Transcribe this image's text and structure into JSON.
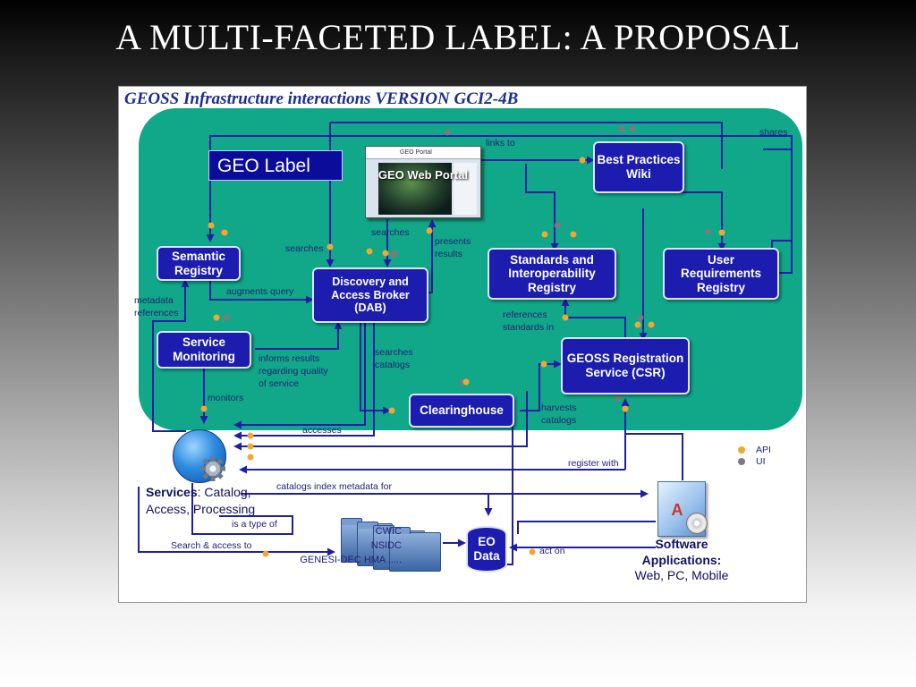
{
  "slide": {
    "title": "A MULTI-FACETED LABEL: A PROPOSAL"
  },
  "figure": {
    "title": "GEOSS Infrastructure interactions  VERSION GCI2-4B",
    "geo_label": "GEO Label",
    "portal": {
      "text": "GEO Web Portal",
      "bar_text": "GEO Portal"
    },
    "nodes": {
      "semantic_registry": "Semantic Registry",
      "service_monitoring": "Service Monitoring",
      "dab": "Discovery and Access Broker (DAB)",
      "best_practices": "Best Practices Wiki",
      "standards_registry": "Standards and Interoperability Registry",
      "user_requirements": "User Requirements Registry",
      "csr": "GEOSS Registration Service (CSR)",
      "clearinghouse": "Clearinghouse",
      "eo_data": "EO Data"
    },
    "edge_labels": {
      "links_to": "links to",
      "shares": "shares",
      "searches_dab": "searches",
      "searches_portal": "searches",
      "presents": "presents",
      "results": "results",
      "augments_query": "augments query",
      "metadata": "metadata",
      "references_meta": "references",
      "informs": "informs results",
      "regarding": "regarding quality",
      "of_service": "of service",
      "searches_cat_1": "searches",
      "searches_cat_2": "catalogs",
      "monitors": "monitors",
      "accesses": "accesses",
      "harvests_1": "harvests",
      "harvests_2": "catalogs",
      "ref_std_1": "references",
      "ref_std_2": "standards in",
      "register_with": "register with",
      "catalogs_index": "catalogs index metadata for",
      "is_type_of": "is a type of",
      "search_access": "Search  & access to",
      "act_on": "act on"
    },
    "services": {
      "bold": "Services",
      "rest1": ": Catalog,",
      "rest2": "Access, Processing"
    },
    "catalog_types": [
      "CWIC",
      "NSIDC",
      "GENESI-DEC HMA  ....."
    ],
    "software": {
      "line1": "Software",
      "line2": "Applications:",
      "line3": "Web, PC, Mobile"
    },
    "legend": [
      {
        "label": "API",
        "color": "#f0a830"
      },
      {
        "label": "UI",
        "color": "#7a7a7a"
      }
    ],
    "colors": {
      "zone": "#10a888",
      "node": "#1c1cae",
      "edge": "#1e1ea8",
      "api": "#f0a830",
      "ui": "#7a7a7a"
    }
  }
}
